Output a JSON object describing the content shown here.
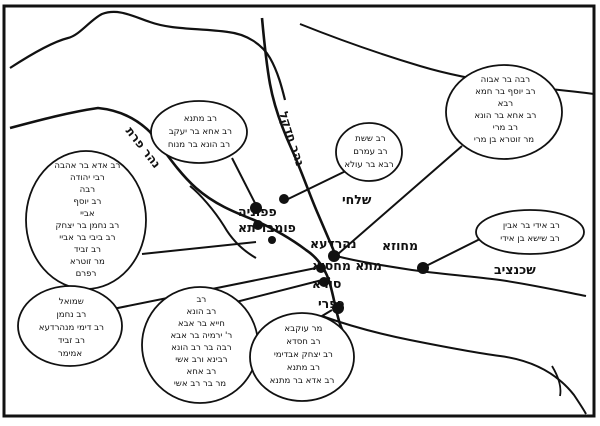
{
  "rivers": {
    "euphrates": "נהר פרת",
    "tigris": "נהר חדקל"
  },
  "cities": {
    "pumbedita_a": "פפוניה",
    "pumbedita_b": "פומבדיתא",
    "nehardea": "נהרדעא",
    "mata_mehasya": "מתא מחסיא",
    "sura": "סורא",
    "kafri": "כפרי",
    "shelhi": "שלחי",
    "mahoza": "מחוזא",
    "shekhantziv": "שכנציב"
  },
  "ovals": {
    "papunya": [
      "רב מתנא",
      "רב אחא בר יעקב",
      "רב הונא בר מנוח"
    ],
    "pumbedita": [
      "רב אדא בר אהבה",
      "רבי יהודה",
      "רבה",
      "רב יוסף",
      "אביי",
      "רב נחמן בר יצחק",
      "רב ביבי בר אביי",
      "רב זביד",
      "מר זוטרא",
      "רפרם"
    ],
    "nehardea": [
      "שמואל",
      "רב נחמן",
      "רב דימי מנהרדעא",
      "רב זביד",
      "אמימר"
    ],
    "sura": [
      "רב",
      "רב הונא",
      "חייא בר אבא",
      "ר' ירמיה בר אבא",
      "רבה בר רב הונא",
      "רבינא ורב אשי",
      "רב אחא",
      "מר בר רב אשי"
    ],
    "kafri": [
      "מר עוקבא",
      "רב חסדא",
      "רב יצחק אבדימי",
      "רב מתנא",
      "רב אדא בר מתנא"
    ],
    "shelhi": [
      "רב ששת",
      "רב עמרם",
      "רבא בר עולא"
    ],
    "mahoza": [
      "רבה בר אבוה",
      "רב יוסף בר חמא",
      "רבא",
      "רב אחא בר הונא",
      "רב מרי",
      "מר זוטרא בן מרי"
    ],
    "shekhantziv": [
      "רב אידי בר אבין",
      "רב שישא בן אידי"
    ]
  }
}
